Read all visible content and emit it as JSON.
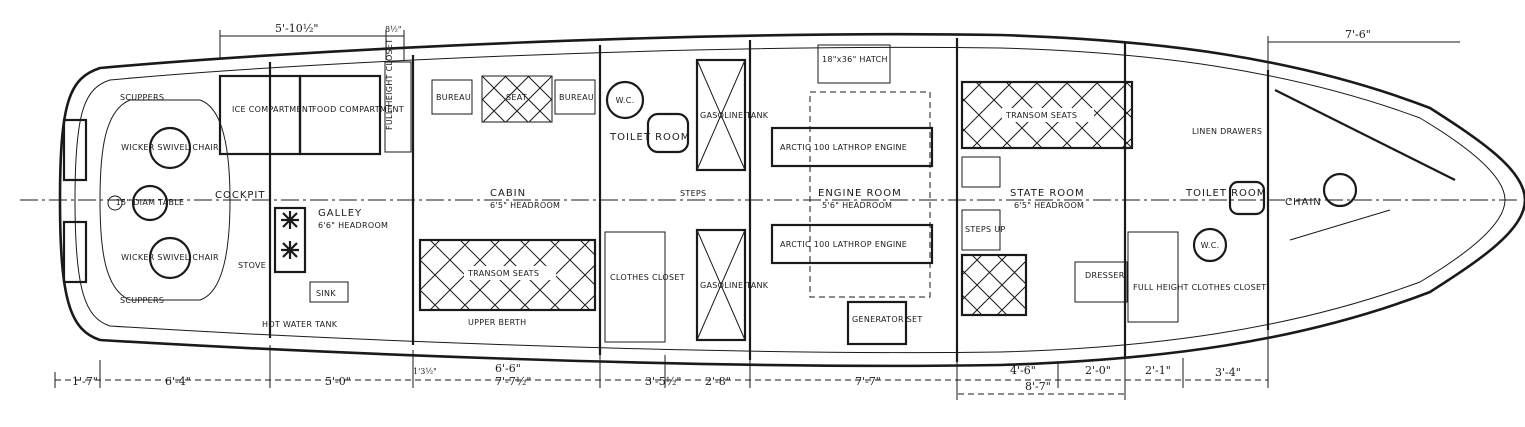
{
  "rooms": {
    "cockpit": "COCKPIT",
    "galley": "GALLEY",
    "galley_hr": "6'6\" HEADROOM",
    "cabin": "CABIN",
    "cabin_hr": "6'5\" HEADROOM",
    "toilet_room": "TOILET ROOM",
    "engine_room": "ENGINE ROOM",
    "engine_hr": "5'6\" HEADROOM",
    "state_room": "STATE ROOM",
    "state_hr": "6'5\" HEADROOM",
    "toilet_room_fwd": "TOILET ROOM",
    "chain": "CHAIN"
  },
  "fixtures": {
    "ice_compartment": "ICE COMPARTMENT",
    "food_compartment": "FOOD COMPARTMENT",
    "full_height_closet": "FULL HEIGHT CLOSET",
    "linen_drawers": "LINEN DRAWERS",
    "bureau_port": "BUREAU",
    "bureau_stbd": "BUREAU",
    "seat": "SEAT",
    "wc_aft": "W.C.",
    "gasoline_tank_top": "GASOLINE TANK",
    "gasoline_tank_bottom": "GASOLINE TANK",
    "engine_top": "ARCTIC 100 LATHROP ENGINE",
    "engine_bottom": "ARCTIC 100 LATHROP ENGINE",
    "steps_aft": "STEPS",
    "generator": "GENERATOR SET",
    "hatch": "18\"x36\" HATCH",
    "transom_seats_aft": "TRANSOM SEATS",
    "transom_seats_fwd": "TRANSOM SEATS",
    "clothes_closet": "CLOTHES CLOSET",
    "hot_water_tank": "HOT WATER TANK",
    "dresser": "DRESSER",
    "full_height_closet_fwd": "FULL HEIGHT CLOTHES CLOSET",
    "wc_fwd": "W.C.",
    "steps_fwd": "STEPS UP",
    "chair_upper": "WICKER SWIVEL CHAIR",
    "chair_lower": "WICKER SWIVEL CHAIR",
    "table": "15\" DIAM TABLE",
    "scuppers_top": "SCUPPERS",
    "scuppers_bottom": "SCUPPERS",
    "sink": "SINK",
    "stove": "STOVE",
    "upper_berth": "UPPER BERTH"
  },
  "dimensions_top": {
    "galley_len": "5'-10½\"",
    "small": "8½\"",
    "bow": "7'-6\""
  },
  "dimensions_bottom": [
    "1'-7\"",
    "6'-4\"",
    "5'-0\"",
    "1'3½\"",
    "7'-7½\"",
    "6'-6\"",
    "3'-5½\"",
    "2'-8\"",
    "7'-7\"",
    "4'-6\"",
    "8'-7\"",
    "2'-0\"",
    "2'-1\"",
    "3'-4\""
  ]
}
